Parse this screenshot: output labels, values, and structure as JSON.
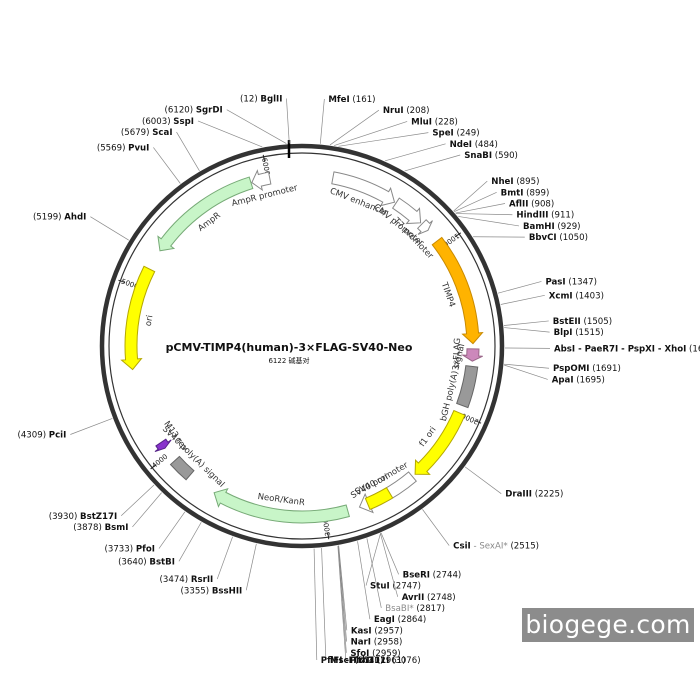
{
  "plasmid": {
    "name": "pCMV-TIMP4(human)-3×FLAG-SV40-Neo",
    "size_text": "6122 碱基对",
    "length": 6122
  },
  "ticks": [
    {
      "pos": 1000,
      "label": "1000"
    },
    {
      "pos": 2000,
      "label": "2000"
    },
    {
      "pos": 3000,
      "label": "3000"
    },
    {
      "pos": 4000,
      "label": "4000"
    },
    {
      "pos": 5000,
      "label": "5000"
    },
    {
      "pos": 6000,
      "label": "6000"
    }
  ],
  "sites": [
    {
      "name": "BglII",
      "pos": 12,
      "pos_text": "(12)"
    },
    {
      "name": "MfeI",
      "pos": 161,
      "pos_text": "(161)"
    },
    {
      "name": "NruI",
      "pos": 208,
      "pos_text": "(208)"
    },
    {
      "name": "MluI",
      "pos": 228,
      "pos_text": "(228)"
    },
    {
      "name": "SpeI",
      "pos": 249,
      "pos_text": "(249)"
    },
    {
      "name": "NdeI",
      "pos": 484,
      "pos_text": "(484)"
    },
    {
      "name": "SnaBI",
      "pos": 590,
      "pos_text": "(590)"
    },
    {
      "name": "NheI",
      "pos": 895,
      "pos_text": "(895)"
    },
    {
      "name": "BmtI",
      "pos": 899,
      "pos_text": "(899)"
    },
    {
      "name": "AflII",
      "pos": 908,
      "pos_text": "(908)"
    },
    {
      "name": "HindIII",
      "pos": 911,
      "pos_text": "(911)"
    },
    {
      "name": "BamHI",
      "pos": 929,
      "pos_text": "(929)"
    },
    {
      "name": "BbvCI",
      "pos": 1050,
      "pos_text": "(1050)"
    },
    {
      "name": "PasI",
      "pos": 1347,
      "pos_text": "(1347)"
    },
    {
      "name": "XcmI",
      "pos": 1403,
      "pos_text": "(1403)"
    },
    {
      "name": "BstEII",
      "pos": 1505,
      "pos_text": "(1505)"
    },
    {
      "name": "BlpI",
      "pos": 1515,
      "pos_text": "(1515)"
    },
    {
      "name": "AbsI - PaeR7I - PspXI - XhoI",
      "pos": 1613,
      "pos_text": "(1613)"
    },
    {
      "name": "PspOMI",
      "pos": 1691,
      "pos_text": "(1691)"
    },
    {
      "name": "ApaI",
      "pos": 1695,
      "pos_text": "(1695)"
    },
    {
      "name": "DraIII",
      "pos": 2225,
      "pos_text": "(2225)"
    },
    {
      "name": "CsiI",
      "star": "SexAI*",
      "pos": 2515,
      "pos_text": "(2515)"
    },
    {
      "name": "BseRI",
      "pos": 2744,
      "pos_text": "(2744)"
    },
    {
      "name": "StuI",
      "pos": 2747,
      "pos_text": "(2747)"
    },
    {
      "name": "AvrII",
      "pos": 2748,
      "pos_text": "(2748)"
    },
    {
      "name": "",
      "star": "BsaBI*",
      "pos": 2817,
      "pos_text": "(2817)"
    },
    {
      "name": "EagI",
      "pos": 2864,
      "pos_text": "(2864)"
    },
    {
      "name": "KasI",
      "pos": 2957,
      "pos_text": "(2957)"
    },
    {
      "name": "NarI",
      "pos": 2958,
      "pos_text": "(2958)"
    },
    {
      "name": "SfoI",
      "pos": 2959,
      "pos_text": "(2959)"
    },
    {
      "name": "PluTI",
      "pos": 2961,
      "pos_text": "(2961)"
    },
    {
      "name": "MscI",
      "pos": 3040,
      "pos_text": "(3040)"
    },
    {
      "name": "PflFI - Tth111I",
      "pos": 3076,
      "pos_text": "(3076)"
    },
    {
      "name": "BssHII",
      "pos": 3355,
      "pos_text": "(3355)"
    },
    {
      "name": "RsrII",
      "pos": 3474,
      "pos_text": "(3474)"
    },
    {
      "name": "BstBI",
      "pos": 3640,
      "pos_text": "(3640)"
    },
    {
      "name": "PfoI",
      "pos": 3733,
      "pos_text": "(3733)"
    },
    {
      "name": "BsmI",
      "pos": 3878,
      "pos_text": "(3878)"
    },
    {
      "name": "BstZ17I",
      "pos": 3930,
      "pos_text": "(3930)"
    },
    {
      "name": "PciI",
      "pos": 4309,
      "pos_text": "(4309)"
    },
    {
      "name": "AhdI",
      "pos": 5199,
      "pos_text": "(5199)"
    },
    {
      "name": "PvuI",
      "pos": 5569,
      "pos_text": "(5569)"
    },
    {
      "name": "ScaI",
      "pos": 5679,
      "pos_text": "(5679)"
    },
    {
      "name": "SspI",
      "pos": 6003,
      "pos_text": "(6003)"
    },
    {
      "name": "SgrDI",
      "pos": 6120,
      "pos_text": "(6120)"
    }
  ],
  "features": [
    {
      "name": "CMV enhancer",
      "start": 250,
      "end": 630,
      "dir": 1,
      "color": "#ffffff",
      "stroke": "#888888"
    },
    {
      "name": "CMV promoter",
      "start": 640,
      "end": 820,
      "dir": 1,
      "color": "#ffffff",
      "stroke": "#888888"
    },
    {
      "name": "T7 promoter",
      "start": 830,
      "end": 880,
      "dir": 1,
      "color": "#ffffff",
      "stroke": "#888888"
    },
    {
      "name": "TIMP4",
      "start": 960,
      "end": 1590,
      "dir": 1,
      "color": "#ffb300",
      "stroke": "#c98a00"
    },
    {
      "name": "3xFLAG",
      "start": 1620,
      "end": 1690,
      "dir": 1,
      "color": "#cc88bb",
      "stroke": "#996688"
    },
    {
      "name": "bGH poly(A) signal",
      "start": 1720,
      "end": 1950,
      "dir": 0,
      "color": "#999999",
      "stroke": "#666666"
    },
    {
      "name": "f1 ori",
      "start": 1995,
      "end": 2430,
      "dir": 1,
      "color": "#ffff00",
      "stroke": "#b5a800"
    },
    {
      "name": "SV40 promoter",
      "start": 2450,
      "end": 2800,
      "dir": 1,
      "color": "#ffffff",
      "stroke": "#888888"
    },
    {
      "name": "SV40 ori",
      "start": 2610,
      "end": 2750,
      "dir": 0,
      "color": "#ffff00",
      "stroke": "#b5a800"
    },
    {
      "name": "NeoR/KanR",
      "start": 2870,
      "end": 3660,
      "dir": 1,
      "color": "#c8f5c8",
      "stroke": "#77aa77"
    },
    {
      "name": "SV40 poly(A) signal",
      "start": 3830,
      "end": 3950,
      "dir": 0,
      "color": "#999999",
      "stroke": "#666666"
    },
    {
      "name": "M13 rev",
      "start": 4040,
      "end": 4080,
      "dir": -1,
      "color": "#8833cc",
      "stroke": "#552288"
    },
    {
      "name": "ori",
      "start": 4530,
      "end": 5120,
      "dir": -1,
      "color": "#ffff00",
      "stroke": "#b5a800"
    },
    {
      "name": "AmpR",
      "start": 5240,
      "end": 5900,
      "dir": -1,
      "color": "#c8f5c8",
      "stroke": "#77aa77"
    },
    {
      "name": "AmpR promoter",
      "start": 5905,
      "end": 6010,
      "dir": -1,
      "color": "#ffffff",
      "stroke": "#888888"
    }
  ],
  "watermark": "biogege.com"
}
